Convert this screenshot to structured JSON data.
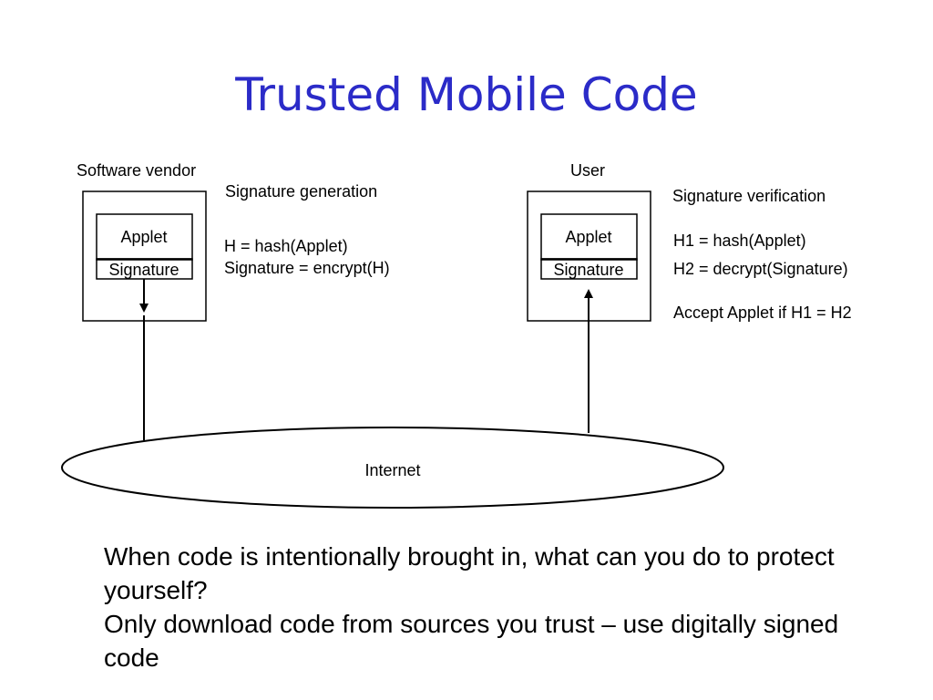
{
  "title": "Trusted Mobile Code",
  "diagram": {
    "vendor": {
      "label": "Software vendor",
      "applet": "Applet",
      "signature": "Signature",
      "heading": "Signature generation",
      "lines": [
        "H =  hash(Applet)",
        "Signature = encrypt(H)"
      ]
    },
    "user": {
      "label": "User",
      "applet": "Applet",
      "signature": "Signature",
      "heading": "Signature verification",
      "lines": [
        "H1 = hash(Applet)",
        "H2 = decrypt(Signature)",
        "Accept Applet if H1 = H2"
      ]
    },
    "network": "Internet"
  },
  "body_lines": [
    "When code is intentionally brought in, what can you do to protect yourself?",
    "Only download code from sources you trust – use digitally signed code"
  ],
  "colors": {
    "title": "#2b2bc8",
    "ink": "#000000"
  }
}
